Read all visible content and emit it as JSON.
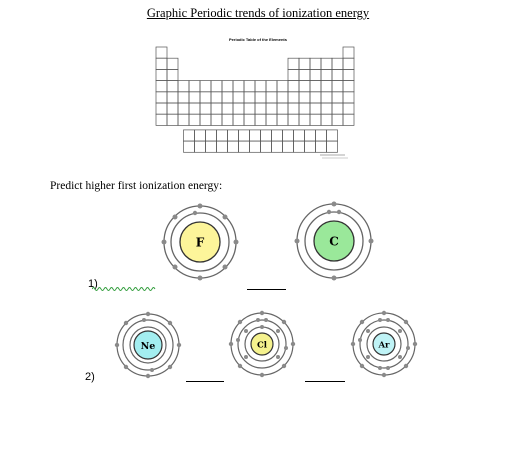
{
  "title": "Graphic Periodic trends of ionization energy",
  "periodic_table_caption": "Periodic Table of the Elements",
  "prompt": "Predict higher first ionization energy:",
  "questions": [
    {
      "label": "1)",
      "atoms": [
        "F",
        "C"
      ]
    },
    {
      "label": "2)",
      "atoms": [
        "Ne",
        "Cl",
        "Ar"
      ]
    }
  ],
  "colors": {
    "fluorine": "#fdf59a",
    "carbon": "#9ae89a",
    "neon": "#a3eef0",
    "chlorine": "#f5f28e",
    "argon": "#bff3f6",
    "electron": "#8a8a8a",
    "squiggle": "#2f9c3a"
  }
}
